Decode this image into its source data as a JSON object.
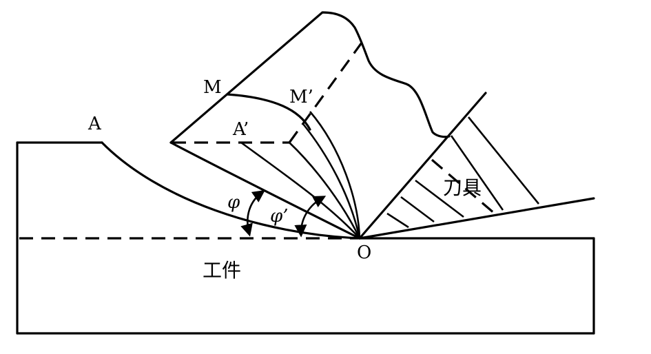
{
  "labels": {
    "A": "A",
    "A_prime": "A’",
    "M": "M",
    "M_prime": "M’",
    "O": "O",
    "phi": "φ",
    "phi_prime": "φ’",
    "tool": "刀具",
    "workpiece": "工件"
  }
}
